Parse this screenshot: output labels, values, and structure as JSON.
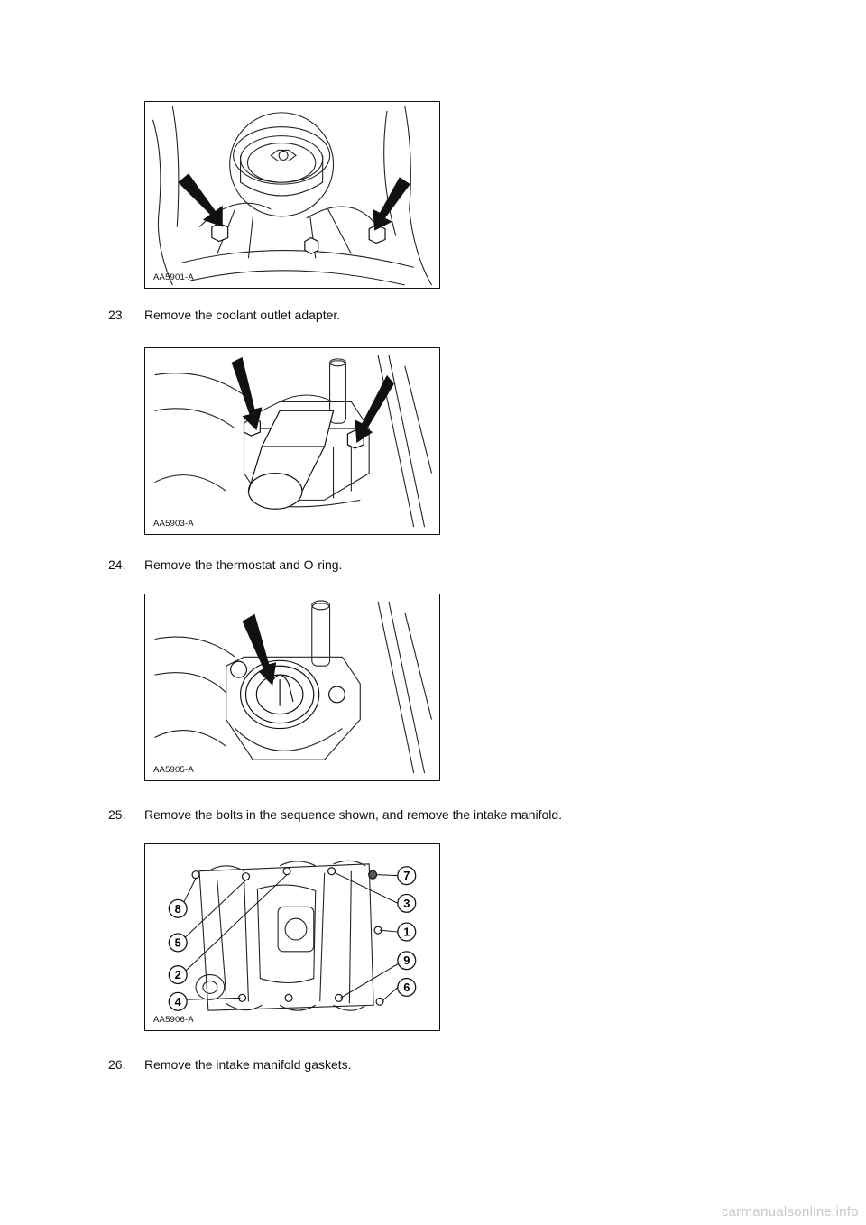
{
  "figures": [
    {
      "id": "AA5901-A"
    },
    {
      "id": "AA5903-A"
    },
    {
      "id": "AA5905-A"
    },
    {
      "id": "AA5906-A",
      "callouts": [
        "7",
        "3",
        "1",
        "9",
        "6",
        "8",
        "5",
        "2",
        "4"
      ]
    }
  ],
  "steps": [
    {
      "number": "23.",
      "text": "Remove the coolant outlet adapter."
    },
    {
      "number": "24.",
      "text": "Remove the thermostat and O-ring."
    },
    {
      "number": "25.",
      "text": "Remove the bolts in the sequence shown, and remove the intake manifold."
    },
    {
      "number": "26.",
      "text": "Remove the intake manifold gaskets."
    }
  ],
  "watermark": "carmanualsonline.info"
}
